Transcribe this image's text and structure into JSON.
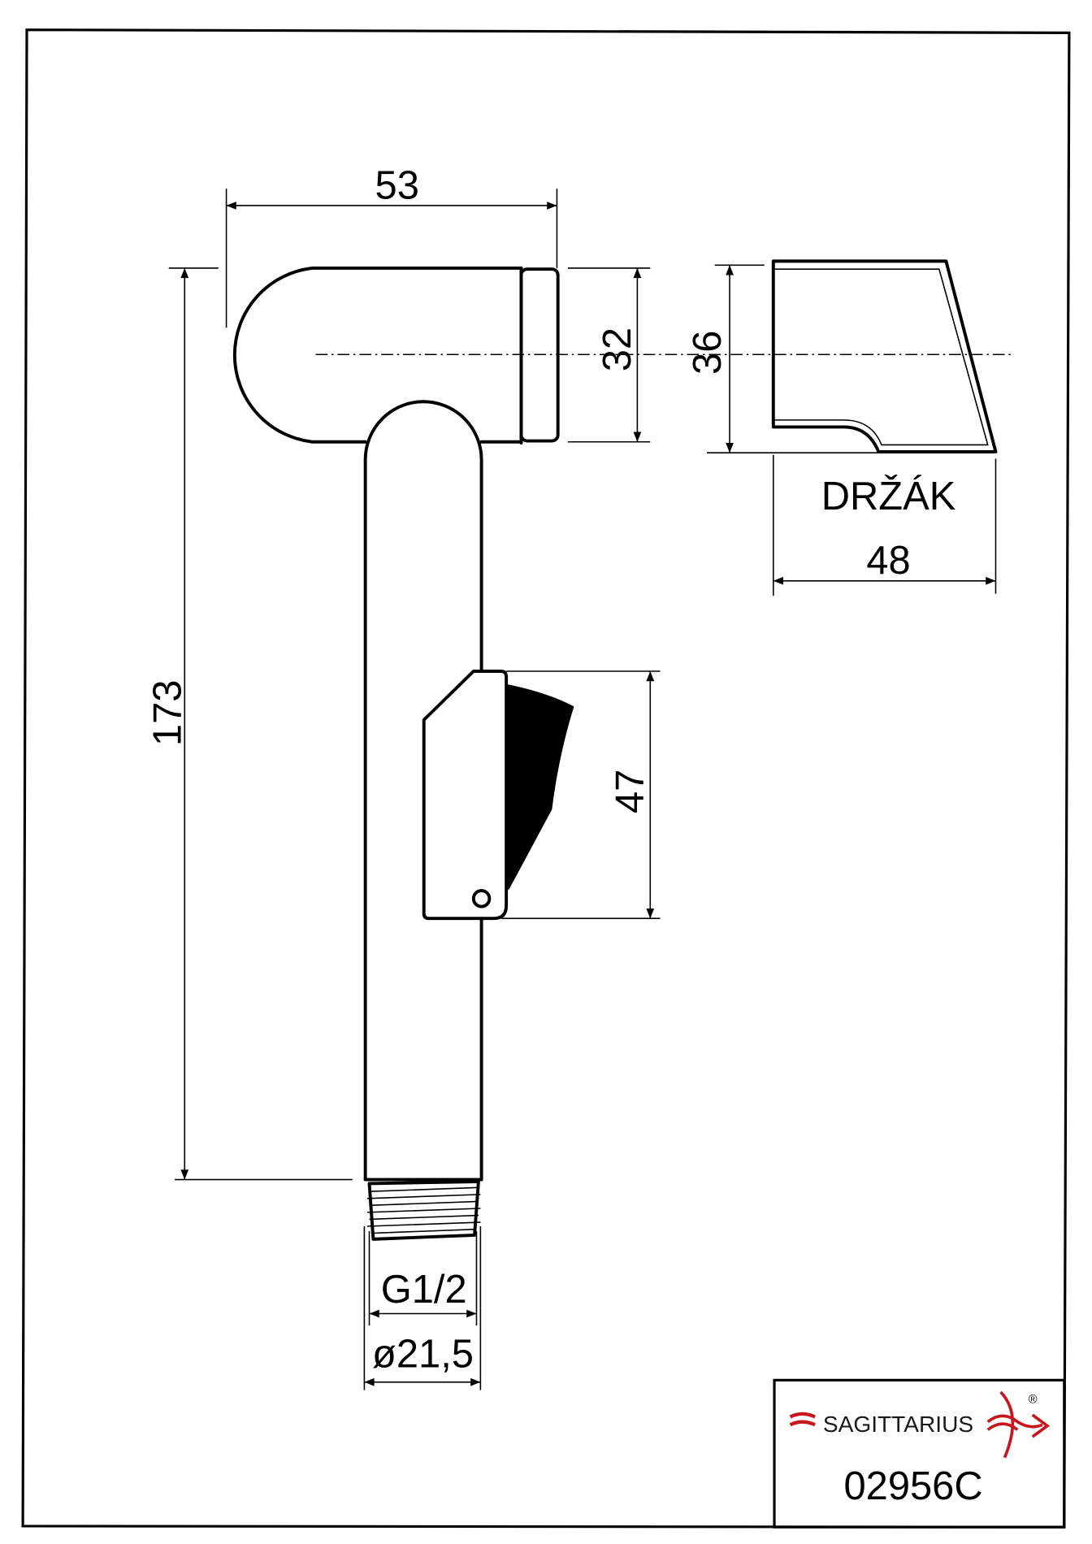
{
  "dimensions": {
    "width": "53",
    "height_total": "173",
    "head_height": "32",
    "holder_height": "36",
    "holder_width": "48",
    "trigger_height": "47",
    "thread": "G1/2",
    "thread_diameter": "ø21,5"
  },
  "holder_label": "DRŽÁK",
  "title_block": {
    "brand": "SAGITTARIUS",
    "registered": "®",
    "product_code": "02956C"
  },
  "colors": {
    "brand_red": "#c8161d",
    "line": "#000000"
  }
}
